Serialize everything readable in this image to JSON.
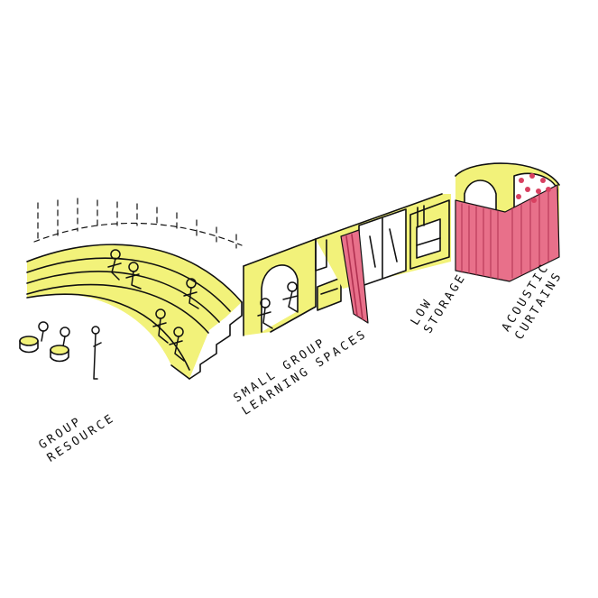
{
  "labels": {
    "group_resource": [
      "GROUP",
      "RESOURCE"
    ],
    "small_group": [
      "SMALL GROUP",
      "LEARNING SPACES"
    ],
    "low_storage": [
      "LOW",
      "STORAGE"
    ],
    "acoustic_curtains": [
      "ACOUSTIC",
      "CURTAINS"
    ]
  },
  "colors": {
    "ink": "#111111",
    "highlight_yellow": "#f2f27a",
    "curtain_pink": "#e8708a",
    "curtain_dot": "#d84060"
  }
}
